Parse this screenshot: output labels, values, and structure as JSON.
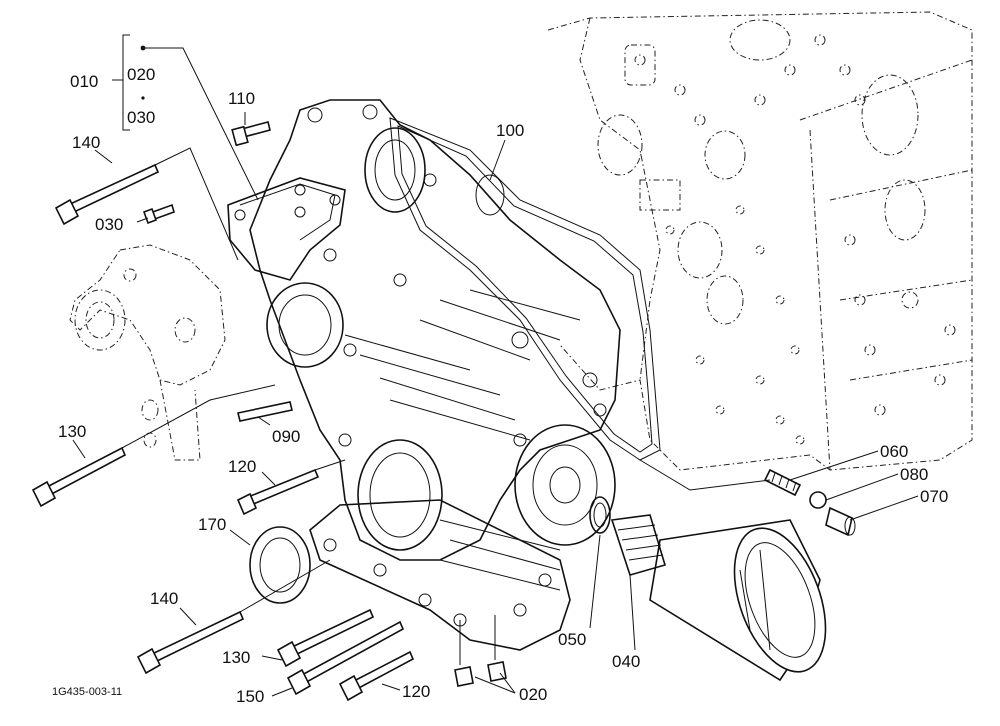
{
  "diagram": {
    "part_labels": {
      "p010": "010",
      "p020a": "020",
      "p030a": "030",
      "p110": "110",
      "p140a": "140",
      "p030b": "030",
      "p100": "100",
      "p130a": "130",
      "p090": "090",
      "p120a": "120",
      "p170": "170",
      "p060": "060",
      "p080": "080",
      "p070": "070",
      "p140b": "140",
      "p050": "050",
      "p040": "040",
      "p130b": "130",
      "p150": "150",
      "p120b": "120",
      "p020b": "020"
    },
    "figure_code": "1G435-003-11"
  }
}
